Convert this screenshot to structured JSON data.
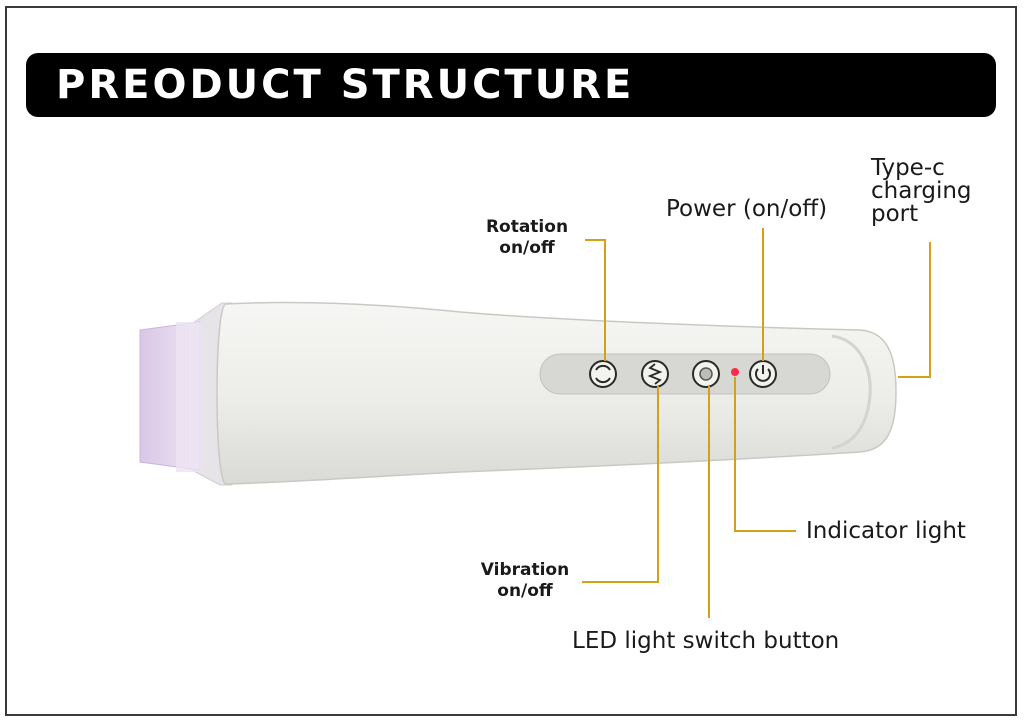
{
  "title": "PREODUCT STRUCTURE",
  "labels": {
    "rotation_line1": "Rotation",
    "rotation_line2": "on/off",
    "power": "Power (on/off)",
    "typec_line1": "Type-c",
    "typec_line2": "charging",
    "typec_line3": "port",
    "indicator": "Indicator light",
    "vibration_line1": "Vibration",
    "vibration_line2": "on/off",
    "led_switch": "LED light switch button"
  },
  "colors": {
    "leader_line": "#d4a017",
    "title_background": "#000000",
    "title_text": "#ffffff",
    "device_body": "#eeeeec",
    "head_tip": "#d8c2e6",
    "indicator_light": "#ff2a4a"
  },
  "icons": [
    "rotation-icon",
    "vibration-icon",
    "led-icon",
    "power-icon"
  ]
}
